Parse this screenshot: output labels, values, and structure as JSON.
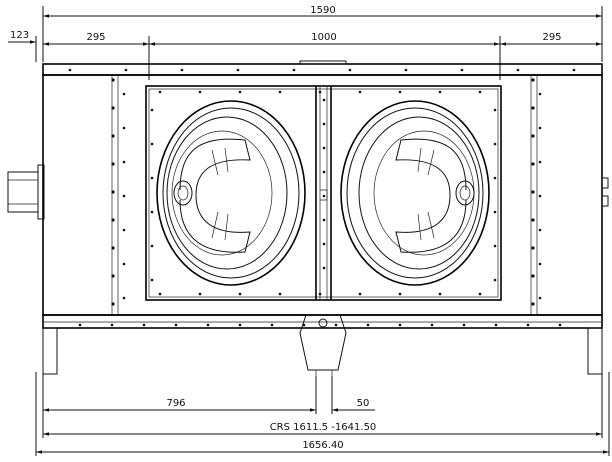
{
  "drawing": {
    "dimensions": {
      "overall_top": "1590",
      "left_offset": "123",
      "left_side": "295",
      "center_span": "1000",
      "right_side": "295",
      "to_foot": "796",
      "foot_width": "50",
      "crs": "CRS 1611.5 -1641.50",
      "overall_bottom": "1656.40"
    },
    "fan_count": 2
  }
}
